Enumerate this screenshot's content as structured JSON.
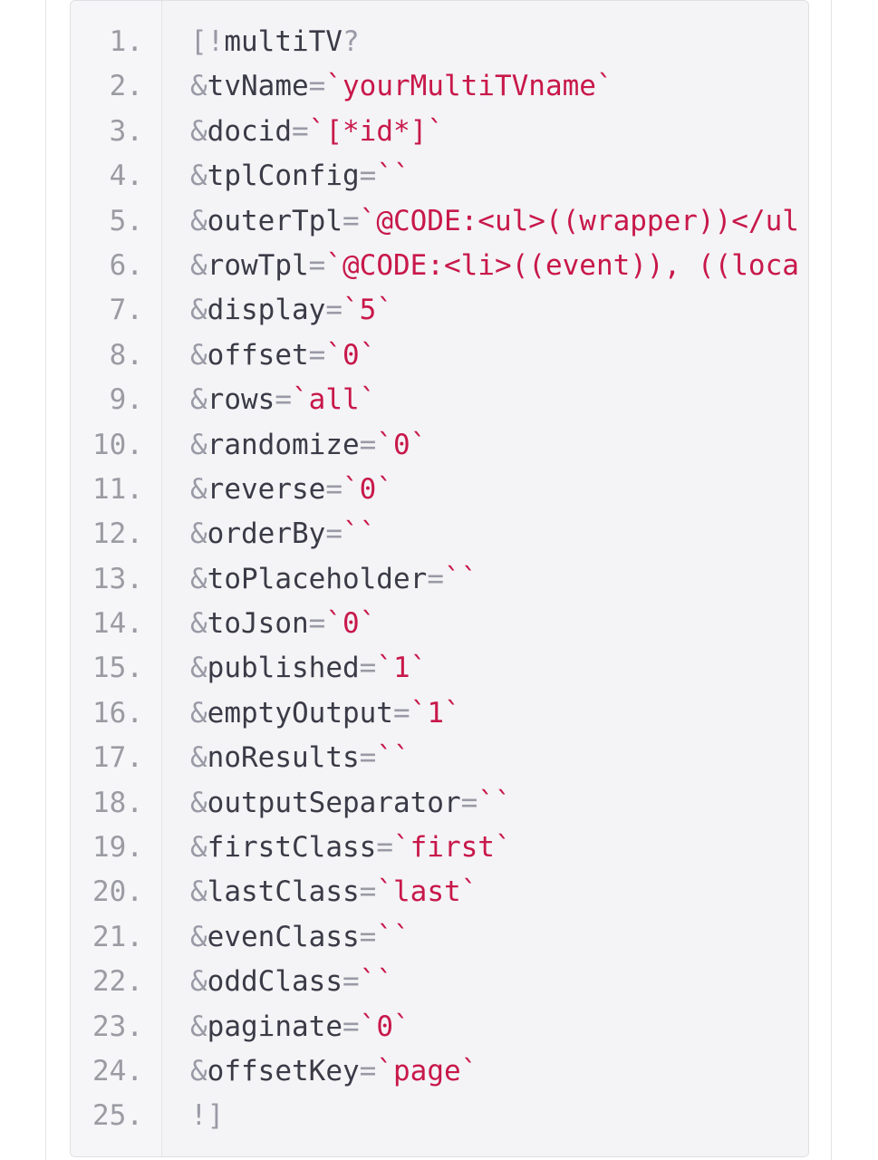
{
  "code_block": {
    "lines": [
      {
        "number": "1.",
        "prefix": "[!",
        "name": "multiTV",
        "suffix": "?",
        "eq": "",
        "value": ""
      },
      {
        "number": "2.",
        "prefix": "&",
        "name": "tvName",
        "eq": "=",
        "value": "`yourMultiTVname`"
      },
      {
        "number": "3.",
        "prefix": "&",
        "name": "docid",
        "eq": "=",
        "value": "`[*id*]`"
      },
      {
        "number": "4.",
        "prefix": "&",
        "name": "tplConfig",
        "eq": "=",
        "value": "``"
      },
      {
        "number": "5.",
        "prefix": "&",
        "name": "outerTpl",
        "eq": "=",
        "value": "`@CODE:<ul>((wrapper))</ul"
      },
      {
        "number": "6.",
        "prefix": "&",
        "name": "rowTpl",
        "eq": "=",
        "value": "`@CODE:<li>((event)), ((loca"
      },
      {
        "number": "7.",
        "prefix": "&",
        "name": "display",
        "eq": "=",
        "value": "`5`"
      },
      {
        "number": "8.",
        "prefix": "&",
        "name": "offset",
        "eq": "=",
        "value": "`0`"
      },
      {
        "number": "9.",
        "prefix": "&",
        "name": "rows",
        "eq": "=",
        "value": "`all`"
      },
      {
        "number": "10.",
        "prefix": "&",
        "name": "randomize",
        "eq": "=",
        "value": "`0`"
      },
      {
        "number": "11.",
        "prefix": "&",
        "name": "reverse",
        "eq": "=",
        "value": "`0`"
      },
      {
        "number": "12.",
        "prefix": "&",
        "name": "orderBy",
        "eq": "=",
        "value": "``"
      },
      {
        "number": "13.",
        "prefix": "&",
        "name": "toPlaceholder",
        "eq": "=",
        "value": "``"
      },
      {
        "number": "14.",
        "prefix": "&",
        "name": "toJson",
        "eq": "=",
        "value": "`0`"
      },
      {
        "number": "15.",
        "prefix": "&",
        "name": "published",
        "eq": "=",
        "value": "`1`"
      },
      {
        "number": "16.",
        "prefix": "&",
        "name": "emptyOutput",
        "eq": "=",
        "value": "`1`"
      },
      {
        "number": "17.",
        "prefix": "&",
        "name": "noResults",
        "eq": "=",
        "value": "``"
      },
      {
        "number": "18.",
        "prefix": "&",
        "name": "outputSeparator",
        "eq": "=",
        "value": "``"
      },
      {
        "number": "19.",
        "prefix": "&",
        "name": "firstClass",
        "eq": "=",
        "value": "`first`"
      },
      {
        "number": "20.",
        "prefix": "&",
        "name": "lastClass",
        "eq": "=",
        "value": "`last`"
      },
      {
        "number": "21.",
        "prefix": "&",
        "name": "evenClass",
        "eq": "=",
        "value": "``"
      },
      {
        "number": "22.",
        "prefix": "&",
        "name": "oddClass",
        "eq": "=",
        "value": "``"
      },
      {
        "number": "23.",
        "prefix": "&",
        "name": "paginate",
        "eq": "=",
        "value": "`0`"
      },
      {
        "number": "24.",
        "prefix": "&",
        "name": "offsetKey",
        "eq": "=",
        "value": "`page`"
      },
      {
        "number": "25.",
        "prefix": "!]",
        "name": "",
        "eq": "",
        "value": ""
      }
    ]
  },
  "colors": {
    "background": "#ffffff",
    "code_background": "#f4f4f7",
    "line_number": "#9b9ba3",
    "key_text": "#3b3b47",
    "punctuation": "#9a9aa6",
    "string_value": "#c8184a"
  }
}
